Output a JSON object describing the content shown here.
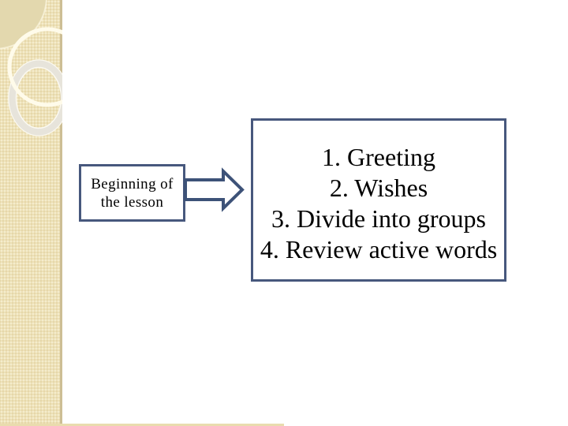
{
  "slide": {
    "label_box": {
      "line1": "Beginning of",
      "line2": "the lesson"
    },
    "list_box": {
      "items": [
        "1. Greeting",
        "2. Wishes",
        "3. Divide into groups",
        "4. Review active words"
      ]
    },
    "arrow": {
      "icon": "right-arrow"
    },
    "colors": {
      "box_border": "#47587D",
      "arrow_outline": "#3D5278",
      "strip": "#EDE1B8",
      "strip_edge": "#CDBE95",
      "bottom_bar": "#E9DCAE",
      "decor_circle_fill": "#E3D8AE",
      "text": "#000000"
    }
  }
}
